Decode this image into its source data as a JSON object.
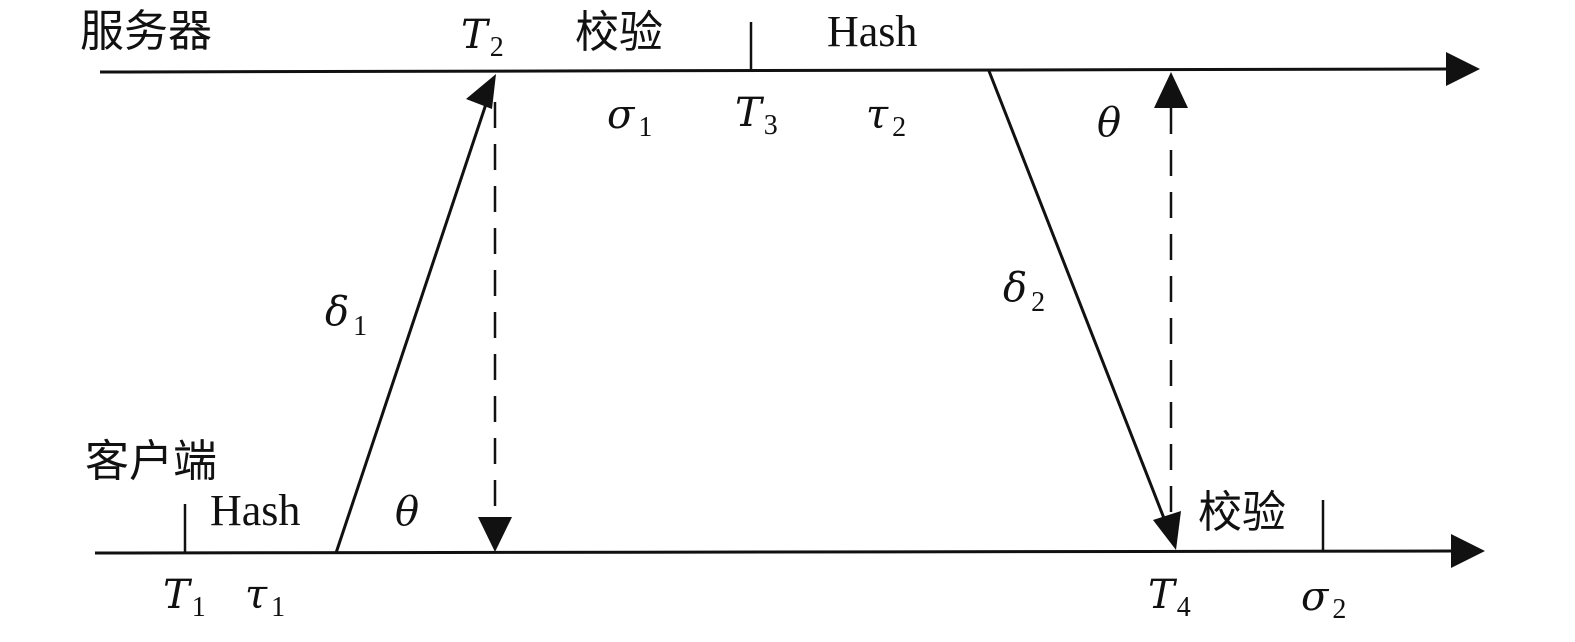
{
  "labels": {
    "server": "服务器",
    "client": "客户端",
    "server_verify": "校验",
    "server_hash": "Hash",
    "client_hash": "Hash",
    "client_verify": "校验"
  },
  "symbols": {
    "T1": {
      "base": "T",
      "sub": "1"
    },
    "T2": {
      "base": "T",
      "sub": "2"
    },
    "T3": {
      "base": "T",
      "sub": "3"
    },
    "T4": {
      "base": "T",
      "sub": "4"
    },
    "tau1": {
      "base": "τ",
      "sub": "1"
    },
    "tau2": {
      "base": "τ",
      "sub": "2"
    },
    "sigma1": {
      "base": "σ",
      "sub": "1"
    },
    "sigma2": {
      "base": "σ",
      "sub": "2"
    },
    "delta1": {
      "base": "δ",
      "sub": "1"
    },
    "delta2": {
      "base": "δ",
      "sub": "2"
    },
    "theta_client": {
      "base": "θ"
    },
    "theta_server": {
      "base": "θ"
    }
  },
  "colors": {
    "ink": "#111111",
    "background": "#ffffff"
  }
}
